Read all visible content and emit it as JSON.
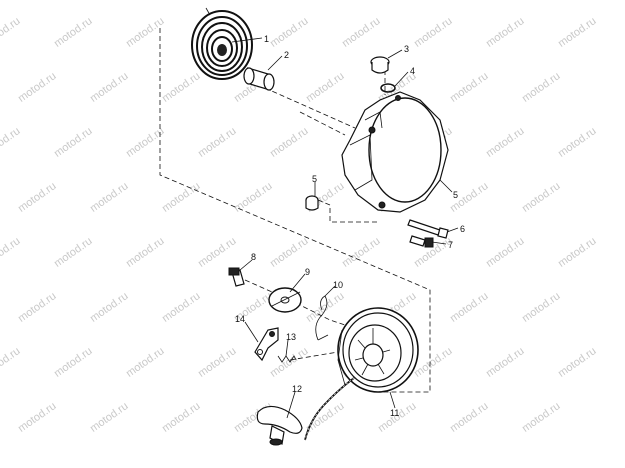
{
  "watermark": "motod.ru",
  "callouts": {
    "c1": "1",
    "c2": "2",
    "c3": "3",
    "c4": "4",
    "c5a": "5",
    "c5b": "5",
    "c6": "6",
    "c7": "7",
    "c8": "8",
    "c9": "9",
    "c10": "10",
    "c11": "11",
    "c12": "12",
    "c13": "13",
    "c14": "14"
  }
}
